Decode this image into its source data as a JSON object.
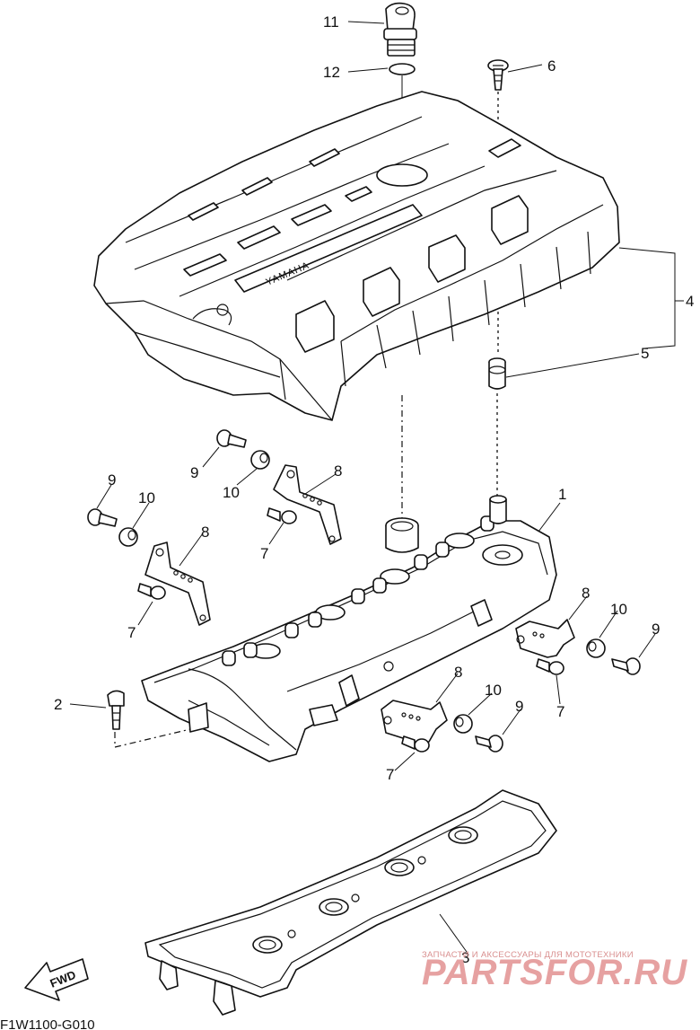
{
  "callouts": [
    {
      "id": "c11",
      "text": "11"
    },
    {
      "id": "c12",
      "text": "12"
    },
    {
      "id": "c6",
      "text": "6"
    },
    {
      "id": "c4",
      "text": "4"
    },
    {
      "id": "c5",
      "text": "5"
    },
    {
      "id": "c9a",
      "text": "9"
    },
    {
      "id": "c10a",
      "text": "10"
    },
    {
      "id": "c8a",
      "text": "8"
    },
    {
      "id": "c7a",
      "text": "7"
    },
    {
      "id": "c9b",
      "text": "9"
    },
    {
      "id": "c10b",
      "text": "10"
    },
    {
      "id": "c8b",
      "text": "8"
    },
    {
      "id": "c7b",
      "text": "7"
    },
    {
      "id": "c1",
      "text": "1"
    },
    {
      "id": "c8c",
      "text": "8"
    },
    {
      "id": "c10c",
      "text": "10"
    },
    {
      "id": "c9c",
      "text": "9"
    },
    {
      "id": "c7c",
      "text": "7"
    },
    {
      "id": "c2",
      "text": "2"
    },
    {
      "id": "c8d",
      "text": "8"
    },
    {
      "id": "c10d",
      "text": "10"
    },
    {
      "id": "c9d",
      "text": "9"
    },
    {
      "id": "c7d",
      "text": "7"
    },
    {
      "id": "c3",
      "text": "3"
    }
  ],
  "cover_logo": "YAMAHA",
  "fwd_label": "FWD",
  "diagram_code": "F1W1100-G010",
  "watermark": {
    "tagline": "ЗАПЧАСТИ И АКСЕССУАРЫ ДЛЯ МОТОТЕХНИКИ",
    "brand": "PARTSFOR.RU",
    "color": "#e6a1a1"
  }
}
